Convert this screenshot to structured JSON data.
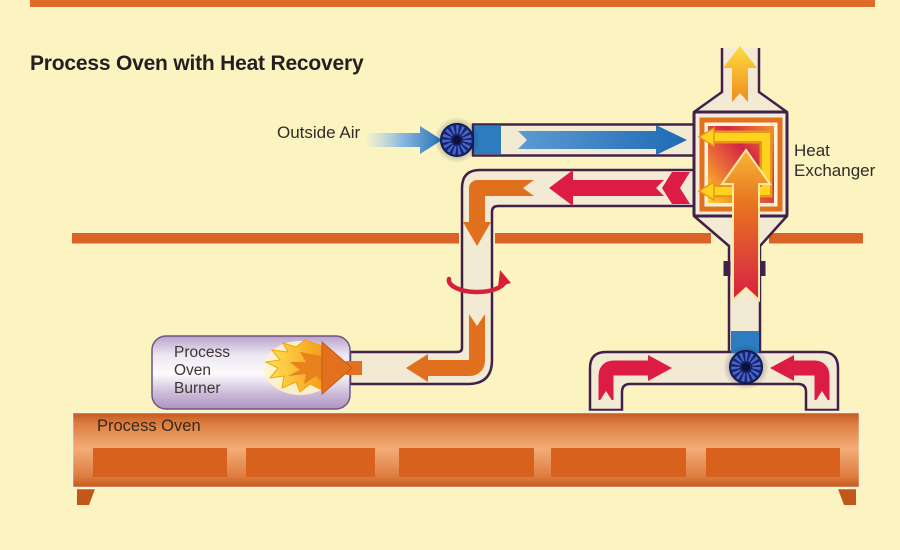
{
  "title": "Process Oven with Heat Recovery",
  "labels": {
    "outside_air": "Outside Air",
    "heat_exchanger": "Heat\nExchanger",
    "process_oven_burner": "Process\nOven\nBurner",
    "process_oven": "Process Oven"
  },
  "colors": {
    "background": "#FBF4C1",
    "duct_outline_purple": "#41214B",
    "duct_fill": "#F2EAD2",
    "accent_orange": "#DF6B28",
    "crimson_red": "#DC1C44",
    "flow_blue": "#2E7CC0",
    "fan_navy": "#17256E",
    "flow_yellow": "#FFD21E",
    "oven_dark_orange": "#C2571B",
    "oven_light_orange": "#F4AD78",
    "burner_lavender": "#B9A2CA"
  }
}
